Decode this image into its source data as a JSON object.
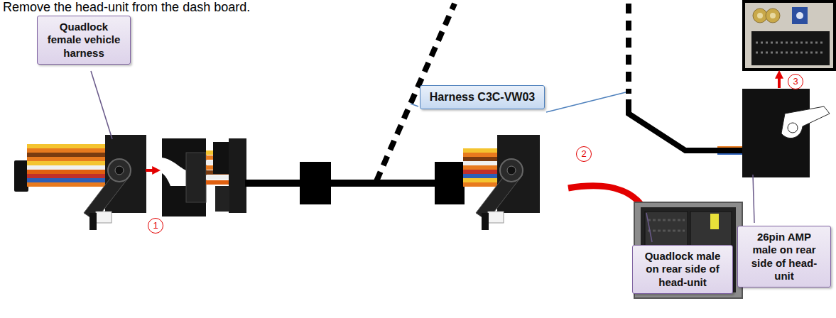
{
  "diagram": {
    "nodes": [
      {
        "text": [
          "Quadlock female vehicle harness"
        ]
      },
      {
        "text": [
          "Harness C3C-VW03"
        ]
      },
      {
        "text": [
          "Quadlock male on rear side of head-unit"
        ]
      },
      {
        "text": [
          "26pin AMP male on rear side of head-unit"
        ]
      }
    ],
    "labels": [
      "Remove the head-unit from the dash board.",
      "1",
      "2",
      "3"
    ]
  }
}
